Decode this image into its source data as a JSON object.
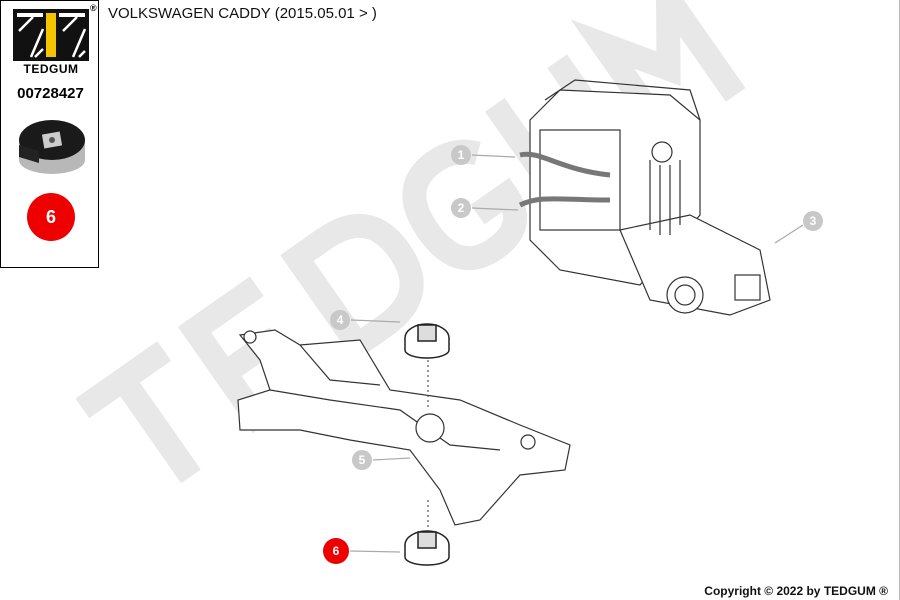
{
  "brand": {
    "name": "TEDGUM",
    "registered": "®"
  },
  "part_number": "00728427",
  "highlighted_position": "6",
  "title": "VOLKSWAGEN CADDY  (2015.05.01 > )",
  "watermark": "TEDGUM",
  "callouts": [
    "1",
    "2",
    "3",
    "4",
    "5",
    "6"
  ],
  "copyright": "Copyright © 2022 by TEDGUM ®",
  "colors": {
    "accent": "#ee0000",
    "logo_yellow": "#f5c400",
    "callout_grey": "#c8c8c8"
  }
}
